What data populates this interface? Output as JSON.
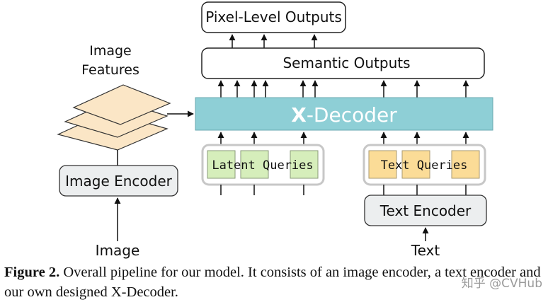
{
  "diagram": {
    "outputs": {
      "pixel_level": "Pixel-Level Outputs",
      "semantic": "Semantic Outputs"
    },
    "decoder": {
      "prefix": "X",
      "suffix": "-Decoder",
      "color": "#8ecfd6"
    },
    "image_features": {
      "line1": "Image",
      "line2": "Features",
      "layer_color": "#fbe6c6"
    },
    "image_encoder": {
      "label": "Image Encoder"
    },
    "image_input": {
      "label": "Image"
    },
    "latent_queries": {
      "label": "Latent Queries",
      "color": "#d6eebb"
    },
    "text_queries": {
      "label": "Text Queries",
      "color": "#fbdc97"
    },
    "text_encoder": {
      "label": "Text Encoder"
    },
    "text_input": {
      "label": "Text"
    }
  },
  "caption": {
    "figure_label": "Figure 2.",
    "text": "Overall pipeline for our model. It consists of an image encoder, a text encoder and our own designed X-Decoder."
  },
  "watermark": {
    "text": "知乎 @CVHub"
  }
}
